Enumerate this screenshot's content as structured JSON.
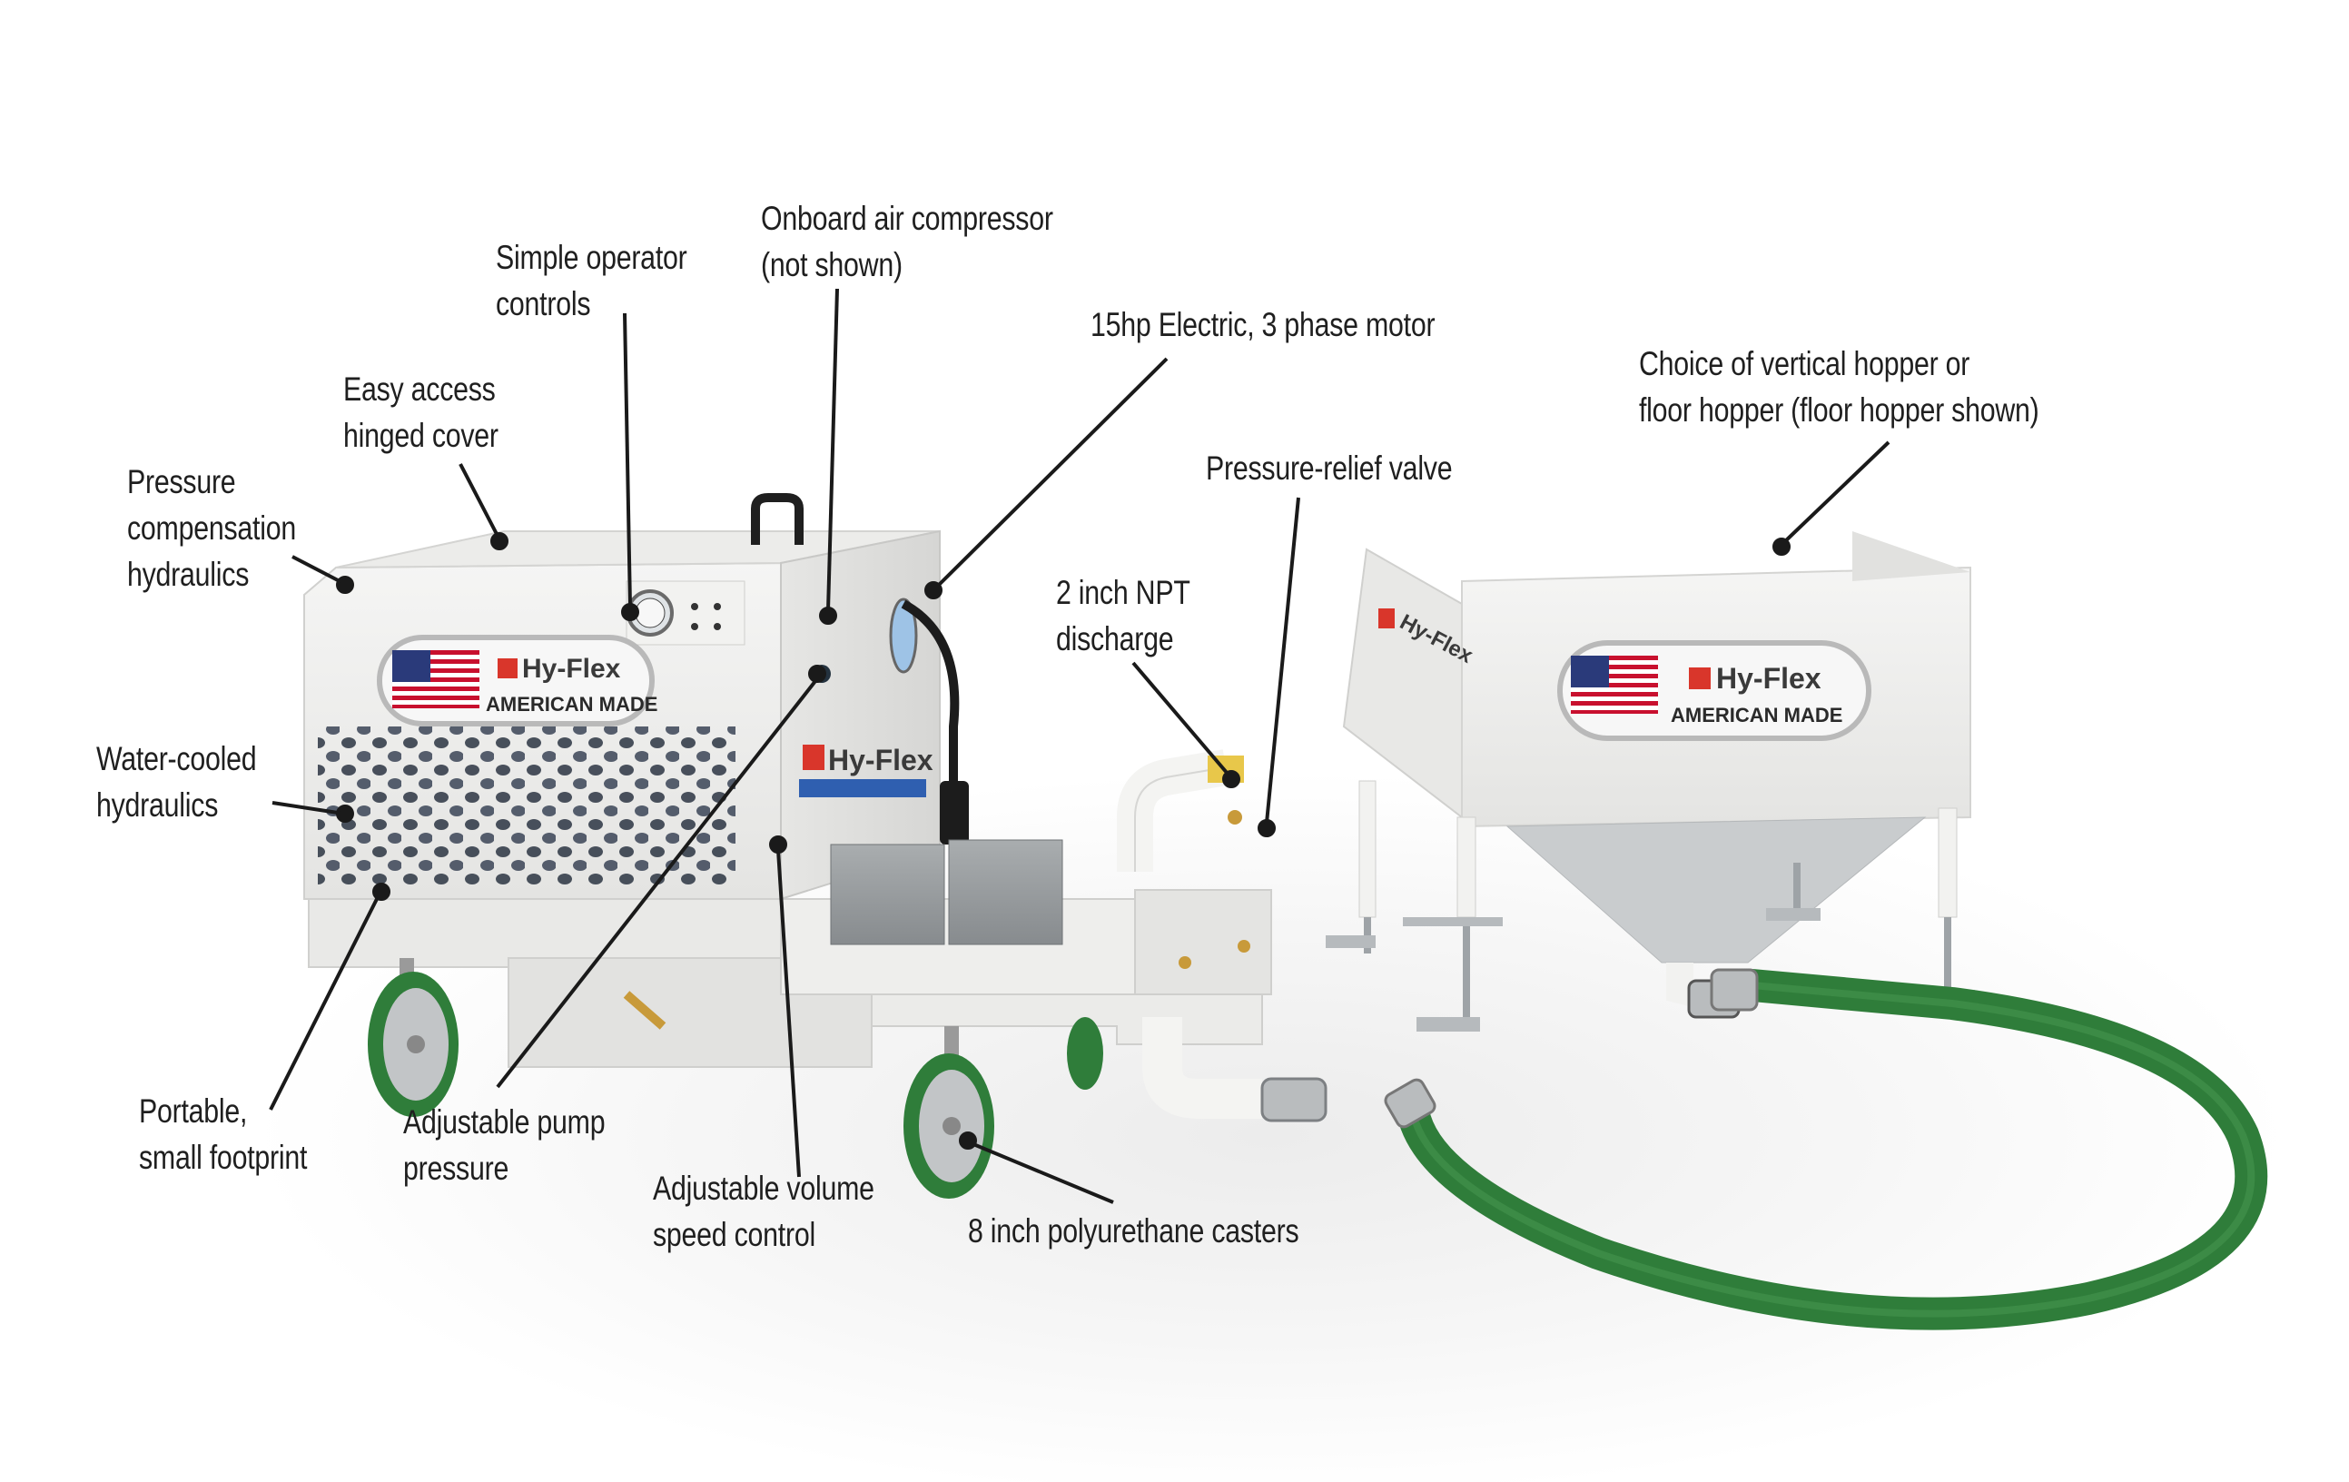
{
  "title": "Hy-Flex pump system feature callouts",
  "brand": {
    "name": "Hy-Flex",
    "tagline": "AMERICAN MADE",
    "colors": {
      "accent": "#d9362b",
      "text": "#3a3a3a",
      "hose": "#2f7d3a",
      "body": "#efefee"
    }
  },
  "callouts": [
    {
      "id": "onboard-air-compressor",
      "lines": [
        "Onboard air compressor",
        "(not shown)"
      ]
    },
    {
      "id": "simple-operator-controls",
      "lines": [
        "Simple operator",
        "controls"
      ]
    },
    {
      "id": "electric-motor",
      "lines": [
        "15hp Electric, 3 phase motor"
      ]
    },
    {
      "id": "hinged-cover",
      "lines": [
        "Easy access",
        "hinged cover"
      ]
    },
    {
      "id": "hopper-choice",
      "lines": [
        "Choice of vertical hopper or",
        "floor hopper (floor hopper shown)"
      ]
    },
    {
      "id": "pressure-relief-valve",
      "lines": [
        "Pressure-relief valve"
      ]
    },
    {
      "id": "pressure-compensation",
      "lines": [
        "Pressure",
        "compensation",
        "hydraulics"
      ]
    },
    {
      "id": "npt-discharge",
      "lines": [
        "2 inch NPT",
        "discharge"
      ]
    },
    {
      "id": "water-cooled",
      "lines": [
        "Water-cooled",
        "hydraulics"
      ]
    },
    {
      "id": "portable",
      "lines": [
        "Portable,",
        "small footprint"
      ]
    },
    {
      "id": "pump-pressure",
      "lines": [
        "Adjustable pump",
        "pressure"
      ]
    },
    {
      "id": "volume-speed",
      "lines": [
        "Adjustable volume",
        "speed control"
      ]
    },
    {
      "id": "casters",
      "lines": [
        "8 inch polyurethane casters"
      ]
    }
  ]
}
